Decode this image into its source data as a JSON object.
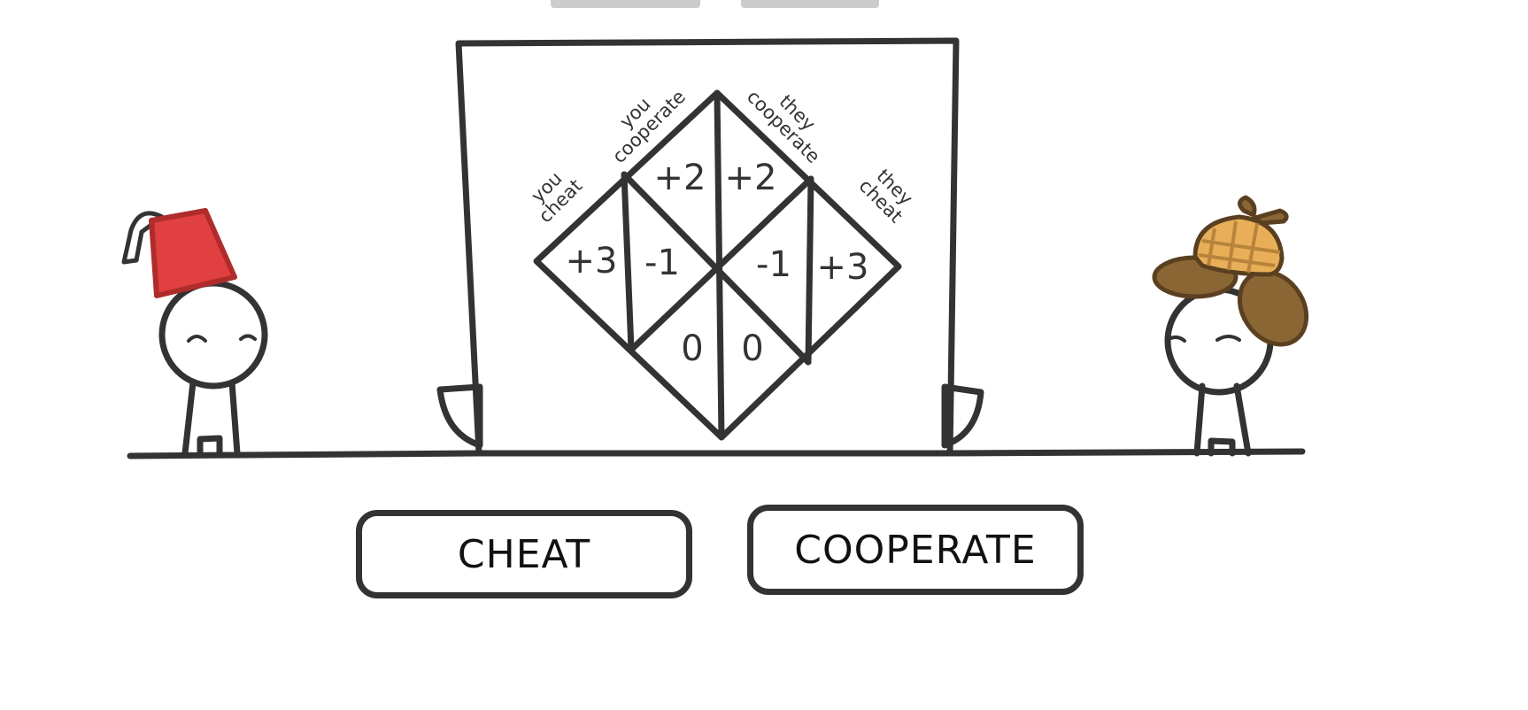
{
  "payoff_board": {
    "labels": {
      "you_cheat": [
        "you",
        "cheat"
      ],
      "you_cooperate": [
        "you",
        "cooperate"
      ],
      "they_cooperate": [
        "they",
        "cooperate"
      ],
      "they_cheat": [
        "they",
        "cheat"
      ]
    },
    "payoffs": {
      "you_cheat_they_coop_you": "+3",
      "you_cheat_they_coop_they": "-1",
      "you_coop_they_cheat_they": "+3",
      "you_coop_they_cheat_you": "-1",
      "both_coop_you": "+2",
      "both_coop_they": "+2",
      "both_cheat_you": "0",
      "both_cheat_they": "0"
    }
  },
  "players": {
    "left": {
      "hat": "fez",
      "hat_color": "#e0403f"
    },
    "right": {
      "hat": "deerstalker",
      "hat_color": "#e8ae58"
    }
  },
  "buttons": {
    "cheat": "CHEAT",
    "cooperate": "COOPERATE"
  },
  "colors": {
    "board": "#656565",
    "ink": "#333333"
  }
}
